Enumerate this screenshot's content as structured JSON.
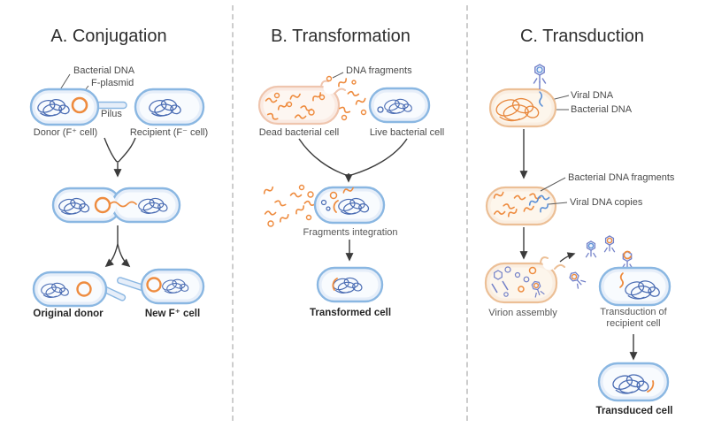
{
  "figure": {
    "type": "biology-mechanism-diagram",
    "topic": "Horizontal gene transfer in bacteria"
  },
  "panelA": {
    "title": "A. Conjugation",
    "bacterial_dna": "Bacterial DNA",
    "f_plasmid": "F-plasmid",
    "pilus": "Pilus",
    "donor": "Donor (F⁺ cell)",
    "recipient": "Recipient (F⁻ cell)",
    "original_donor": "Original donor",
    "new_f_cell": "New F⁺ cell"
  },
  "panelB": {
    "title": "B. Transformation",
    "dna_fragments": "DNA fragments",
    "dead_cell": "Dead bacterial cell",
    "live_cell": "Live bacterial cell",
    "fragments_integration": "Fragments integration",
    "transformed_cell": "Transformed cell"
  },
  "panelC": {
    "title": "C. Transduction",
    "viral_dna": "Viral DNA",
    "bacterial_dna": "Bacterial DNA",
    "bacterial_dna_fragments": "Bacterial DNA fragments",
    "viral_dna_copies": "Viral DNA copies",
    "virion_assembly": "Virion assembly",
    "transduction_line1": "Transduction of",
    "transduction_line2": "recipient cell",
    "transduced_cell": "Transduced cell"
  },
  "colors": {
    "blue_membrane": "#8ab7e2",
    "blue_membrane_fill": "#e6eef9",
    "cell_interior": "#f8fbfe",
    "blue_dna": "#4a6cb3",
    "orange_dna": "#ee8b3e",
    "orange_membrane": "#ecbf96",
    "pink_membrane": "#efc5ae",
    "phage_blue": "#7280c8",
    "arrow": "#3b3b3b",
    "divider": "#cdcdcd",
    "label_text": "#4a4a4a",
    "title_text": "#2e2e2e"
  }
}
